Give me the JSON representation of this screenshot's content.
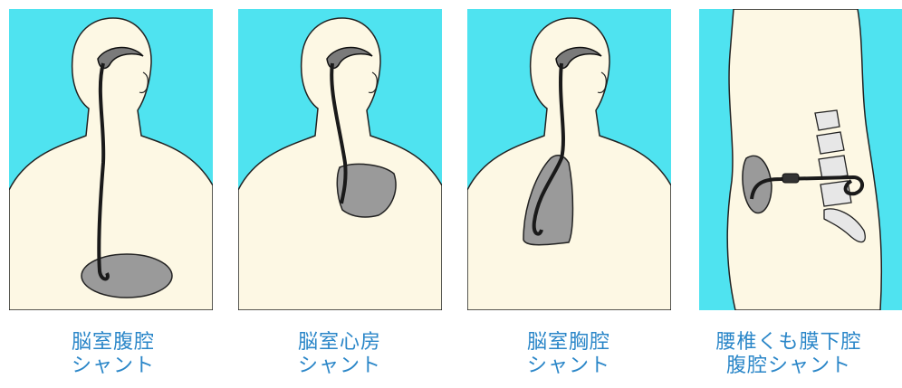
{
  "panels": [
    {
      "line1": "脳室腹腔",
      "line2": "シャント"
    },
    {
      "line1": "脳室心房",
      "line2": "シャント"
    },
    {
      "line1": "脳室胸腔",
      "line2": "シャント"
    },
    {
      "line1": "腰椎くも膜下腔",
      "line2": "腹腔シャント"
    }
  ],
  "colors": {
    "background": "#4fe3f0",
    "skin": "#fdf8e4",
    "organ": "#9a9a9a",
    "tube": "#1a1a1a",
    "caption": "#2a86c8"
  }
}
